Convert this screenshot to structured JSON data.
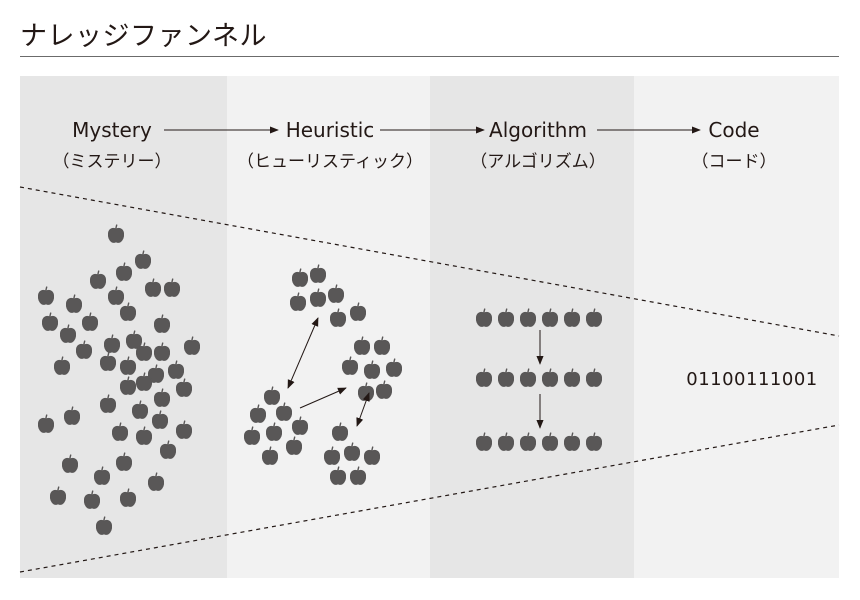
{
  "page": {
    "title": "ナレッジファンネル"
  },
  "colors": {
    "band_dark": "#e6e6e6",
    "band_light": "#f2f2f2",
    "ink": "#231815",
    "apple": "#595757"
  },
  "icons": {
    "apple": "apple-icon"
  },
  "stages": [
    {
      "name": "Mystery",
      "kana": "（ミステリー）"
    },
    {
      "name": "Heuristic",
      "kana": "（ヒューリスティック）"
    },
    {
      "name": "Algorithm",
      "kana": "（アルゴリズム）"
    },
    {
      "name": "Code",
      "kana": "（コード）"
    }
  ],
  "code_output": "01100111001"
}
